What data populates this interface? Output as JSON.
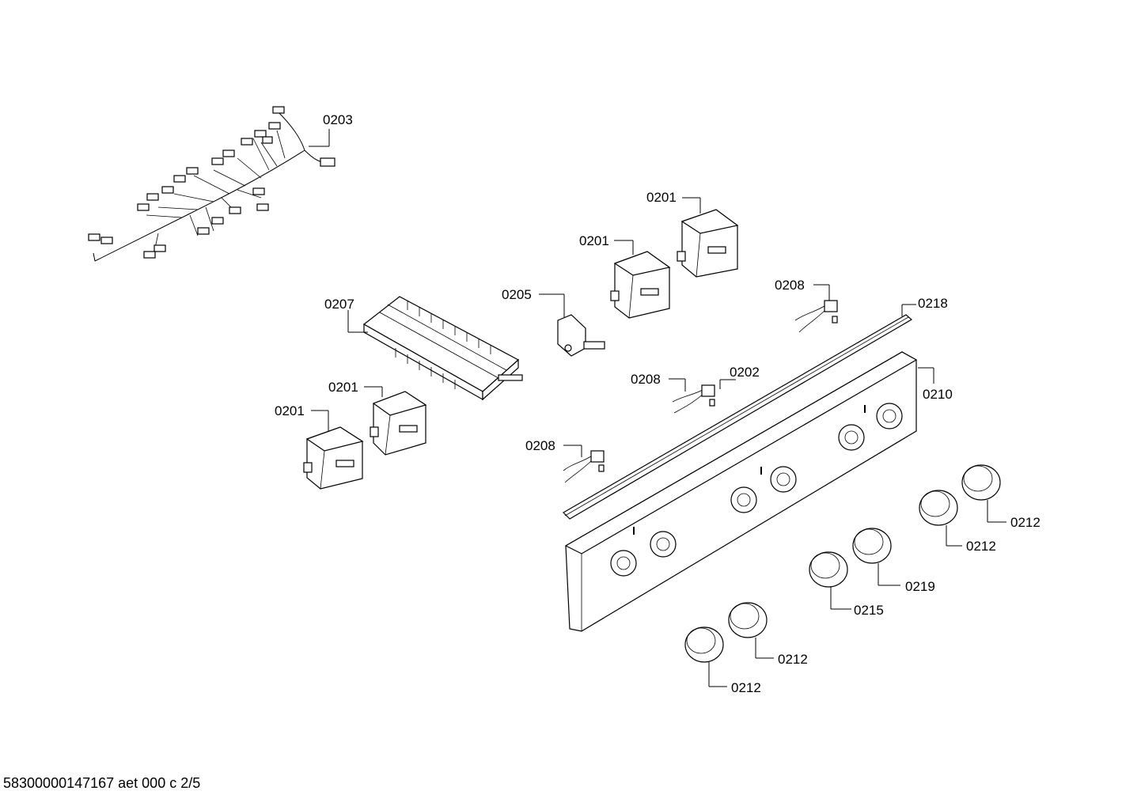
{
  "callouts": {
    "c0203": "0203",
    "c0201a": "0201",
    "c0201b": "0201",
    "c0201c": "0201",
    "c0201d": "0201",
    "c0205": "0205",
    "c0207": "0207",
    "c0208a": "0208",
    "c0208b": "0208",
    "c0208c": "0208",
    "c0202": "0202",
    "c0218": "0218",
    "c0210": "0210",
    "c0212a": "0212",
    "c0212b": "0212",
    "c0212c": "0212",
    "c0212d": "0212",
    "c0219": "0219",
    "c0215": "0215"
  },
  "footer": "58300000147167 aet 000 c 2/5"
}
